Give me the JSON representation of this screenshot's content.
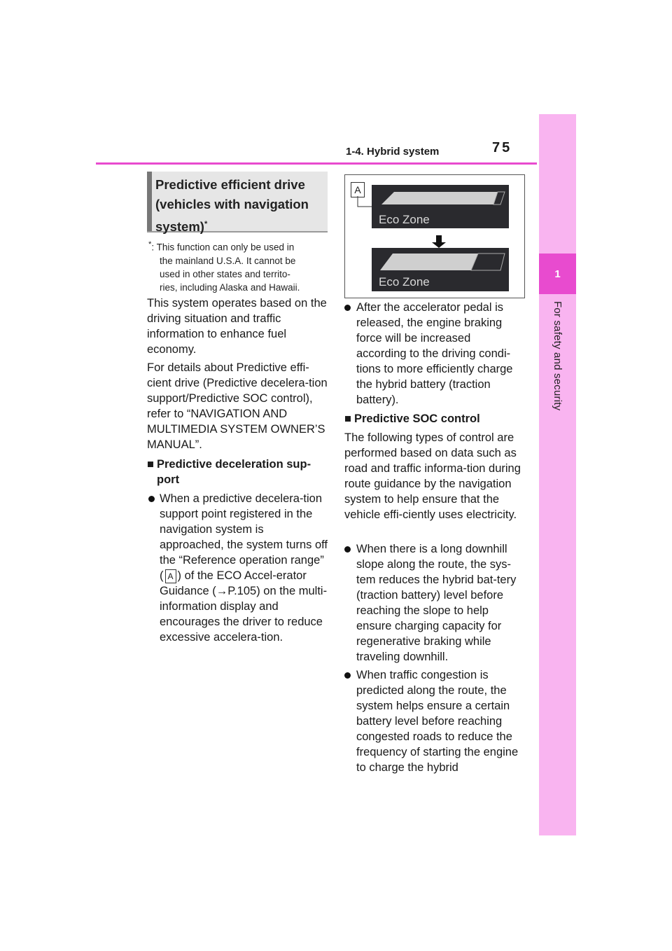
{
  "header": {
    "section": "1-4. Hybrid system",
    "page_number": "75"
  },
  "sidebar": {
    "chapter_number": "1",
    "chapter_title": "For safety and security"
  },
  "title": {
    "text": "Predictive efficient drive (vehicles with navigation system)",
    "asterisk": "*"
  },
  "footnote": {
    "marker": "*",
    "line1": ": This function can only be used in",
    "line2": "the mainland U.S.A. It cannot be",
    "line3": "used in other states and territo-",
    "line4": "ries, including Alaska and Hawaii."
  },
  "left": {
    "para1": "This system operates based on the driving situation and traffic information to enhance fuel economy.",
    "para2": "For details about Predictive effi-cient drive (Predictive decelera-tion support/Predictive SOC control), refer to “NAVIGATION AND MULTIMEDIA SYSTEM OWNER’S MANUAL”.",
    "heading1": "Predictive deceleration sup-port",
    "bullet1_a": "When a predictive decelera-tion support point registered in the navigation system is approached, the system turns off the “Reference operation range” (",
    "bullet1_label": "A",
    "bullet1_b": ") of the ECO Accel-erator Guidance (",
    "bullet1_arrow": "→",
    "bullet1_c": "P.105) on the multi-information display and encourages the driver to reduce excessive accelera-tion."
  },
  "figure": {
    "callout": "A",
    "panel_top_label": "Eco Zone",
    "panel_bottom_label": "Eco Zone"
  },
  "right": {
    "bullet2": "After the accelerator pedal is released, the engine braking force will be increased according to the driving condi-tions to more efficiently charge the hybrid battery (traction battery).",
    "heading2": "Predictive SOC control",
    "para3": "The following types of control are performed based on data such as road and traffic informa-tion during route guidance by the navigation system to help ensure that the vehicle effi-ciently uses electricity.",
    "bullet3": "When there is a long downhill slope along the route, the sys-tem reduces the hybrid bat-tery (traction battery) level before reaching the slope to help ensure charging capacity for regenerative braking while traveling downhill.",
    "bullet4": "When traffic congestion is predicted along the route, the system helps ensure a certain battery level before reaching congested roads to reduce the frequency of starting the engine to charge the hybrid"
  },
  "colors": {
    "accent": "#e84bcf",
    "sidebar": "#f9b4f0",
    "panel": "#2a2a2e"
  }
}
